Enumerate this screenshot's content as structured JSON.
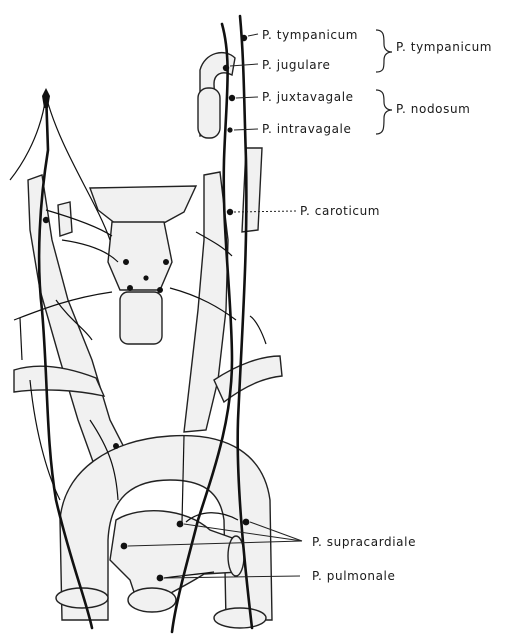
{
  "labels": {
    "tympanicum_left": "P. tympanicum",
    "tympanicum_right": "P. tympanicum",
    "jugulare": "P. jugulare",
    "juxtavagale": "P. juxtavagale",
    "nodosum": "P. nodosum",
    "intravagale": "P. intravagale",
    "caroticum": "P. caroticum",
    "supracardiale": "P. supracardiale",
    "pulmonale": "P. pulmonale"
  },
  "colors": {
    "ink": "#111111",
    "vessel_fill": "#f1f1f1",
    "background": "#ffffff"
  }
}
